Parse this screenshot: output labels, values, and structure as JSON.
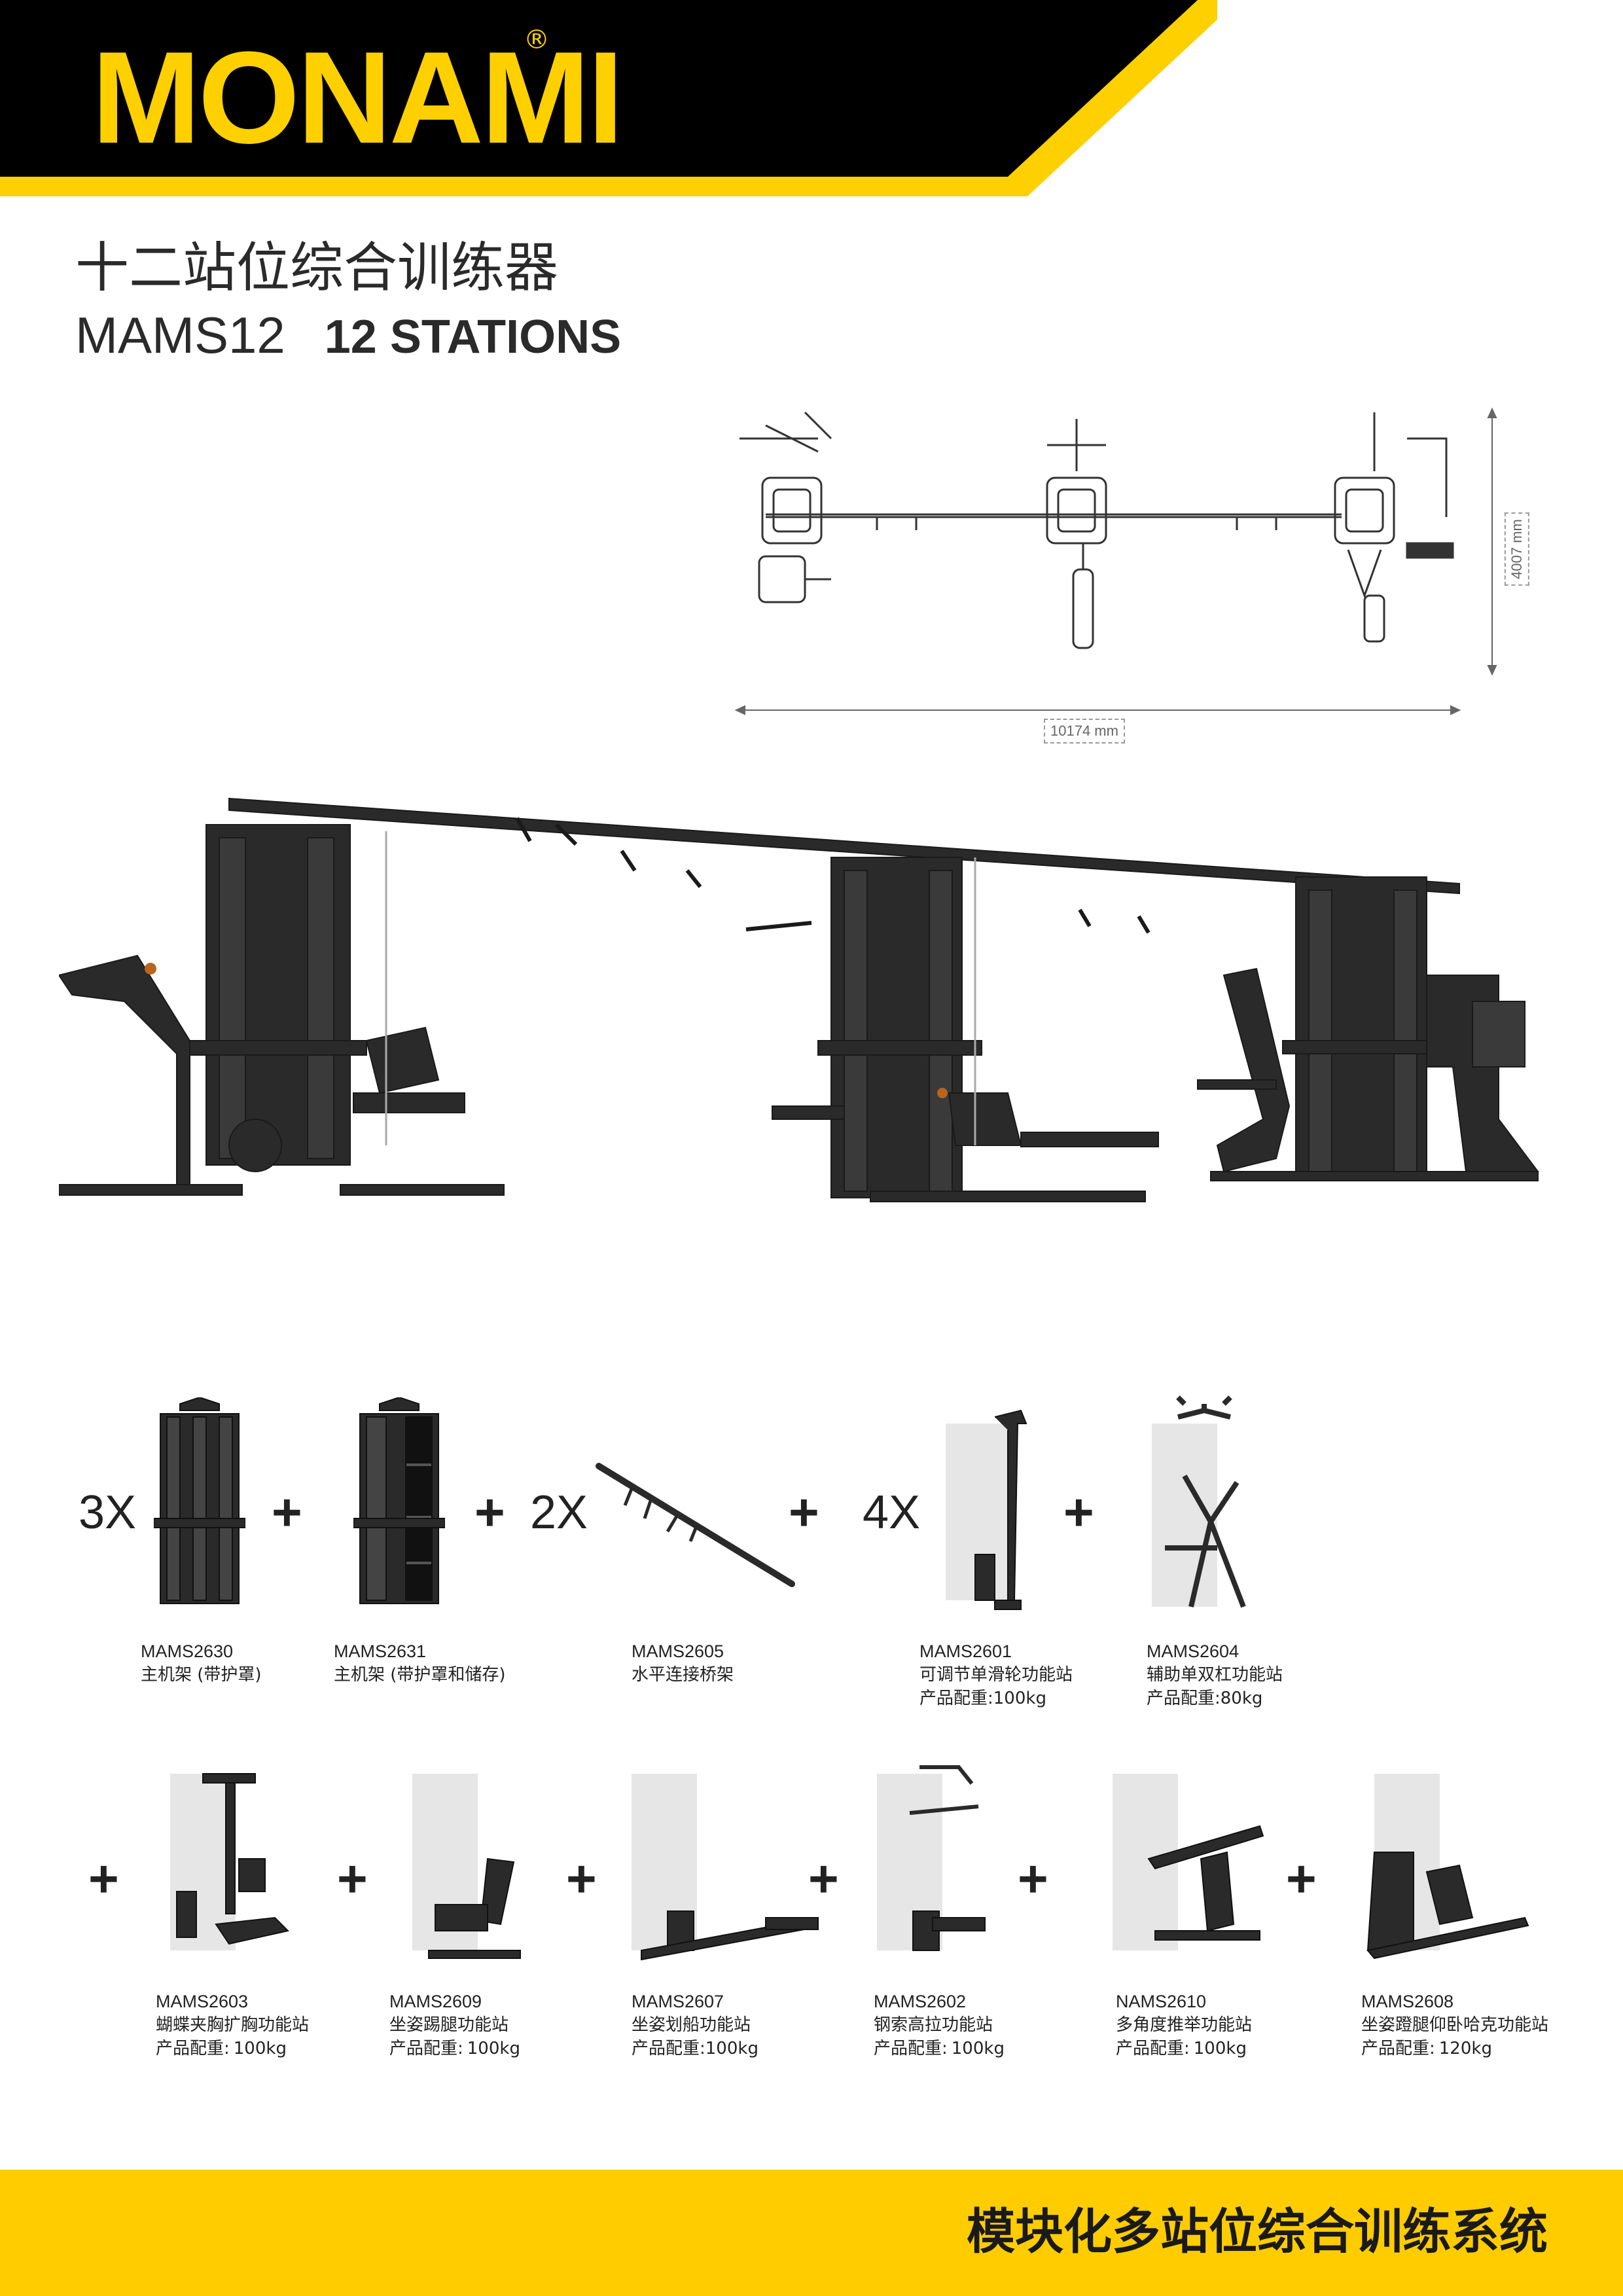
{
  "brand": {
    "name": "MONAMI",
    "reg_mark": "®"
  },
  "title": {
    "cn": "十二站位综合训练器",
    "model": "MAMS12",
    "stations": "12 STATIONS"
  },
  "dimensions": {
    "width": "10174 mm",
    "depth": "4007 mm"
  },
  "row1": [
    {
      "mult": "3X",
      "code": "MAMS2630",
      "desc": "主机架 (带护罩)"
    },
    {
      "code": "MAMS2631",
      "desc": "主机架 (带护罩和储存)"
    },
    {
      "mult": "2X",
      "code": "MAMS2605",
      "desc": "水平连接桥架"
    },
    {
      "mult": "4X",
      "code": "MAMS2601",
      "desc": "可调节单滑轮功能站",
      "weight_label": "产品配重:",
      "weight": "100kg"
    },
    {
      "code": "MAMS2604",
      "desc": "辅助单双杠功能站",
      "weight_label": "产品配重:",
      "weight": "80kg"
    }
  ],
  "row2": [
    {
      "code": "MAMS2603",
      "desc": "蝴蝶夹胸扩胸功能站",
      "weight_label": "产品配重:",
      "weight": "100kg"
    },
    {
      "code": "MAMS2609",
      "desc": "坐姿踢腿功能站",
      "weight_label": "产品配重:",
      "weight": "100kg"
    },
    {
      "code": "MAMS2607",
      "desc": "坐姿划船功能站",
      "weight_label": "产品配重:",
      "weight": "100kg"
    },
    {
      "code": "MAMS2602",
      "desc": "钢索高拉功能站",
      "weight_label": "产品配重:",
      "weight": "100kg"
    },
    {
      "code": "NAMS2610",
      "desc": "多角度推举功能站",
      "weight_label": "产品配重:",
      "weight": "100kg"
    },
    {
      "code": "MAMS2608",
      "desc": "坐姿蹬腿仰卧哈克功能站",
      "weight_label": "产品配重:",
      "weight": "120kg"
    }
  ],
  "plus": "+",
  "footer": {
    "text": "模块化多站位综合训练系统"
  },
  "colors": {
    "brand_yellow": "#ffd000",
    "header_black": "#000000",
    "footer_yellow": "#ffcc00"
  },
  "icons": [
    "gym-machine-image",
    "weight-stack-frame-image",
    "bridge-bar-image",
    "floor-plan-drawing"
  ]
}
